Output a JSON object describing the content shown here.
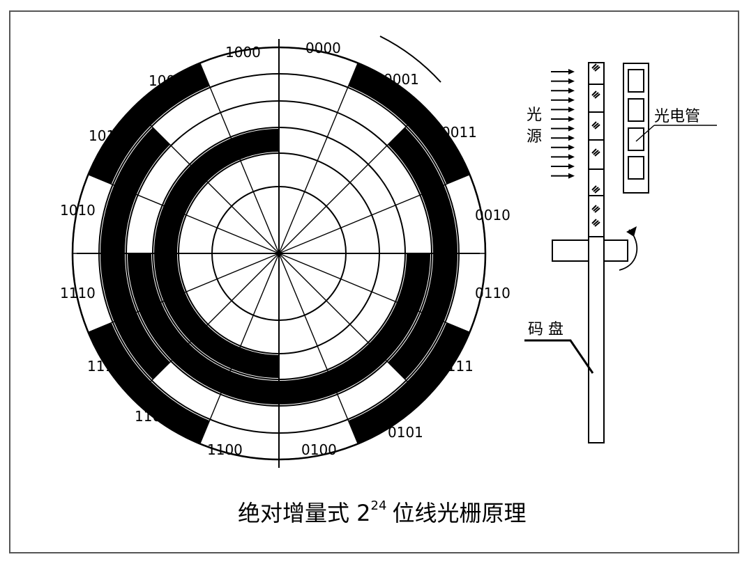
{
  "title": {
    "prefix": "绝对增量式 2",
    "exponent": "24",
    "suffix": "位线光栅原理"
  },
  "code_labels": [
    "0000",
    "0001",
    "0011",
    "0010",
    "0110",
    "0111",
    "0101",
    "0100",
    "1100",
    "1101",
    "1111",
    "1110",
    "1010",
    "1011",
    "1001",
    "1000"
  ],
  "side_labels": {
    "light_source_line1": "光",
    "light_source_line2": "源",
    "photocell": "光电管",
    "code_disc": "码 盘"
  },
  "colors": {
    "ink": "#000000",
    "paper": "#ffffff",
    "frame": "#555555"
  }
}
